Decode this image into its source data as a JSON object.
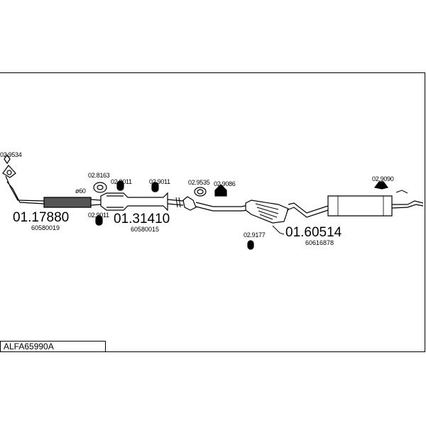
{
  "title": "ALFA65990A",
  "sections": [
    {
      "code": "01.17880",
      "ref": "60580019"
    },
    {
      "code": "01.31410",
      "ref": "60580015"
    },
    {
      "code": "01.60514",
      "ref": "60616878"
    }
  ],
  "parts": {
    "p1": "02.9534",
    "p2": "02.8163",
    "p3": "02.9011",
    "p4": "02.9011",
    "p5": "02.9011",
    "p6": "02.9535",
    "p7": "02.9086",
    "p8": "02.9177",
    "p9": "02.9090"
  },
  "diameter_label": "ø60"
}
